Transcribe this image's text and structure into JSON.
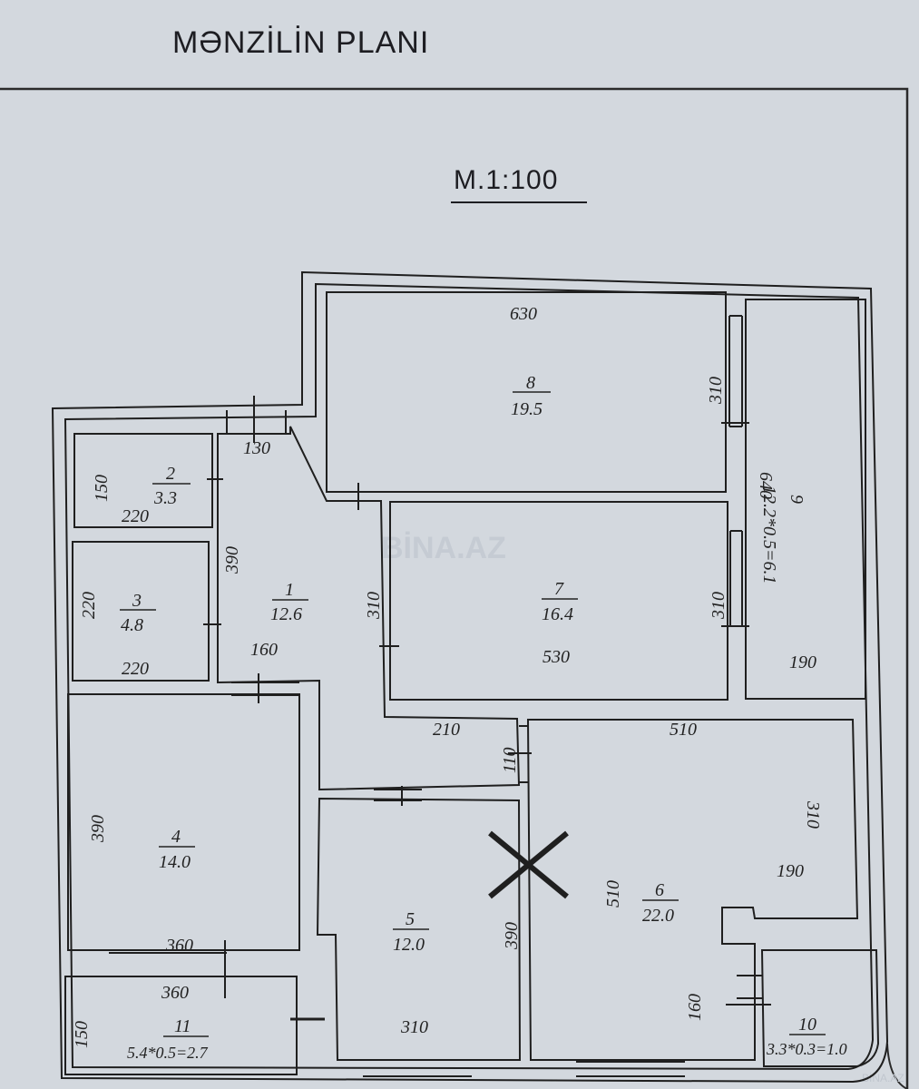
{
  "title": "MƏNZİLİN PLANI",
  "scale": "M.1:100",
  "watermark": "BİNA.AZ",
  "watermark_corner": "BİNA.AZ",
  "rooms": [
    {
      "id": "8",
      "area": "19.5"
    },
    {
      "id": "9",
      "area": "12.2*0.5=6.1"
    },
    {
      "id": "2",
      "area": "3.3"
    },
    {
      "id": "3",
      "area": "4.8"
    },
    {
      "id": "1",
      "area": "12.6"
    },
    {
      "id": "7",
      "area": "16.4"
    },
    {
      "id": "4",
      "area": "14.0"
    },
    {
      "id": "5",
      "area": "12.0"
    },
    {
      "id": "6",
      "area": "22.0"
    },
    {
      "id": "10",
      "area": "3.3*0.3=1.0"
    },
    {
      "id": "11",
      "area": "5.4*0.5=2.7"
    }
  ],
  "dimensions": {
    "r8_width": "630",
    "r8_height": "310",
    "r9_length": "640",
    "r9_width": "190",
    "corr_top": "130",
    "r2_h": "150",
    "r2_w": "220",
    "r3_h": "220",
    "r3_w": "220",
    "r1_h": "390",
    "r1_w": "160",
    "r1_right": "310",
    "r7_h": "310",
    "r7_w": "530",
    "hall_w": "210",
    "hall_h": "110",
    "r6_w": "510",
    "r6_h_right": "310",
    "r6_inner": "190",
    "r6_h_left": "510",
    "r6_low": "160",
    "r4_h": "390",
    "r4_w": "360",
    "r11_w": "360",
    "r11_h": "150",
    "r5_h": "390",
    "r5_w": "310"
  }
}
